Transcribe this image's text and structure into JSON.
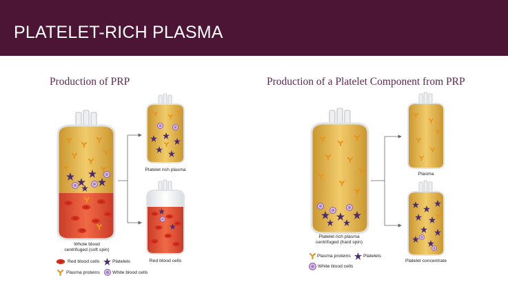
{
  "header": {
    "title": "PLATELET-RICH PLASMA"
  },
  "left_panel": {
    "title": "Production of PRP",
    "bag_large_label_line1": "Whole blood",
    "bag_large_label_line2": "centrifuged (soft spin)",
    "bag_top_label": "Platelet rich plasma",
    "bag_bottom_label": "Red blood cells",
    "legend": {
      "red_blood_cells": "Red blood cells",
      "platelets": "Platelets",
      "plasma_proteins": "Plasma proteins",
      "white_blood_cells": "White blood cells"
    }
  },
  "right_panel": {
    "title": "Production of a Platelet Component from PRP",
    "bag_large_label_line1": "Platelet rich plasma",
    "bag_large_label_line2": "centrifuged (hard spin)",
    "bag_top_label": "Plasma",
    "bag_bottom_label": "Platelet concentrate",
    "legend": {
      "plasma_proteins": "Plasma proteins",
      "platelets": "Platelets",
      "white_blood_cells": "White blood cells"
    }
  },
  "colors": {
    "header_bg": "#4c1435",
    "title_text": "#5a2a4e",
    "plasma": "#e5b94c",
    "red_cells": "#e5533a",
    "platelet": "#4b2d6e",
    "protein": "#e8941e",
    "white_cell": "#b18ac8"
  }
}
